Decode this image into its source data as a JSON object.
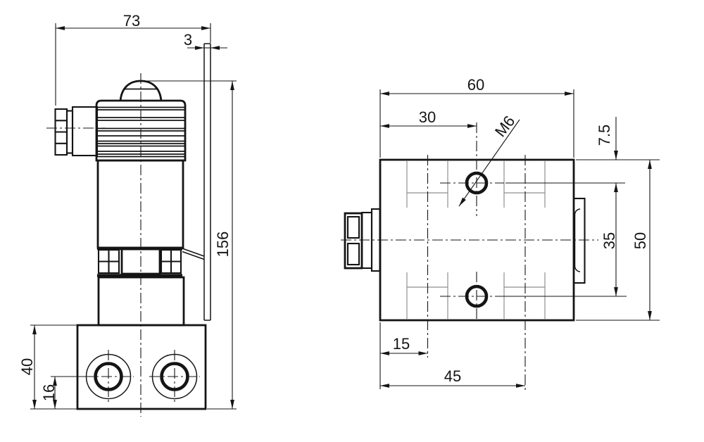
{
  "drawing": {
    "background": "#ffffff",
    "line_color": "#151515",
    "side_view": {
      "dims": {
        "overall_width": "73",
        "bracket_thickness": "3",
        "overall_height": "156",
        "base_height": "40",
        "port_center_height": "16"
      }
    },
    "top_view": {
      "dims": {
        "body_width": "60",
        "hole_center_from_left": "30",
        "thread_callout": "M6",
        "hole_center_from_top": "7.5",
        "hole_spacing": "35",
        "body_depth": "50",
        "first_port_from_left": "15",
        "second_port_from_left": "45"
      }
    }
  }
}
